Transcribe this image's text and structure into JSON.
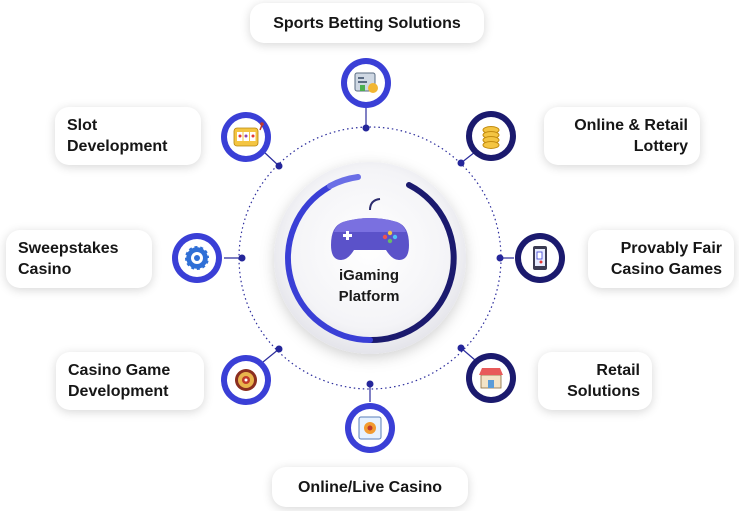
{
  "center": {
    "title_line1": "iGaming",
    "title_line2": "Platform"
  },
  "nodes": [
    {
      "id": "sports",
      "line1": "Sports Betting Solutions",
      "line2": "",
      "icon": "sports-betting-icon"
    },
    {
      "id": "lottery",
      "line1": "Online & Retail",
      "line2": "Lottery",
      "icon": "coins-icon"
    },
    {
      "id": "provably",
      "line1": "Provably Fair",
      "line2": "Casino Games",
      "icon": "mobile-cards-icon"
    },
    {
      "id": "retail",
      "line1": "Retail",
      "line2": "Solutions",
      "icon": "storefront-icon"
    },
    {
      "id": "live",
      "line1": "Online/Live Casino",
      "line2": "",
      "icon": "live-casino-icon"
    },
    {
      "id": "casinogame",
      "line1": "Casino Game",
      "line2": "Development",
      "icon": "roulette-icon"
    },
    {
      "id": "sweepstakes",
      "line1": "Sweepstakes",
      "line2": "Casino",
      "icon": "poker-chip-icon"
    },
    {
      "id": "slot",
      "line1": "Slot",
      "line2": "Development",
      "icon": "slot-machine-icon"
    }
  ],
  "colors": {
    "navy": "#1b1a6e",
    "blue": "#3a3fd6",
    "dot": "#25269a",
    "controller": "#5b52c9"
  }
}
